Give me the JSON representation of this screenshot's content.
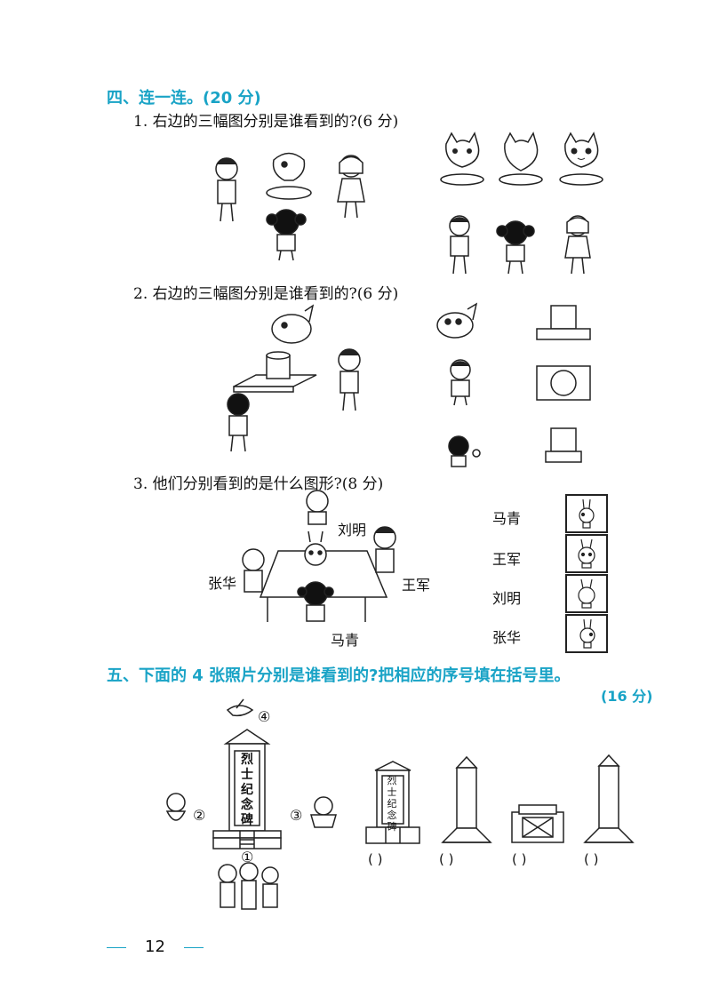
{
  "section4": {
    "title": "四、连一连。(20 分)",
    "q1": "1. 右边的三幅图分别是谁看到的?(6 分)",
    "q2": "2. 右边的三幅图分别是谁看到的?(6 分)",
    "q3": "3. 他们分别看到的是什么图形?(8 分)",
    "names_scene": [
      "刘明",
      "张华",
      "王军",
      "马青"
    ],
    "names_list": [
      "马青",
      "王军",
      "刘明",
      "张华"
    ]
  },
  "section5": {
    "title": "五、下面的 4 张照片分别是谁看到的?把相应的序号填在括号里。",
    "score": "(16 分)",
    "markers": [
      "①",
      "②",
      "③",
      "④"
    ],
    "monument_text": "烈士纪念碑",
    "answer_parens": [
      "(     )",
      "(     )",
      "(     )",
      "(     )"
    ]
  },
  "footer": {
    "page_number": "12"
  },
  "colors": {
    "accent": "#19a3c6"
  }
}
